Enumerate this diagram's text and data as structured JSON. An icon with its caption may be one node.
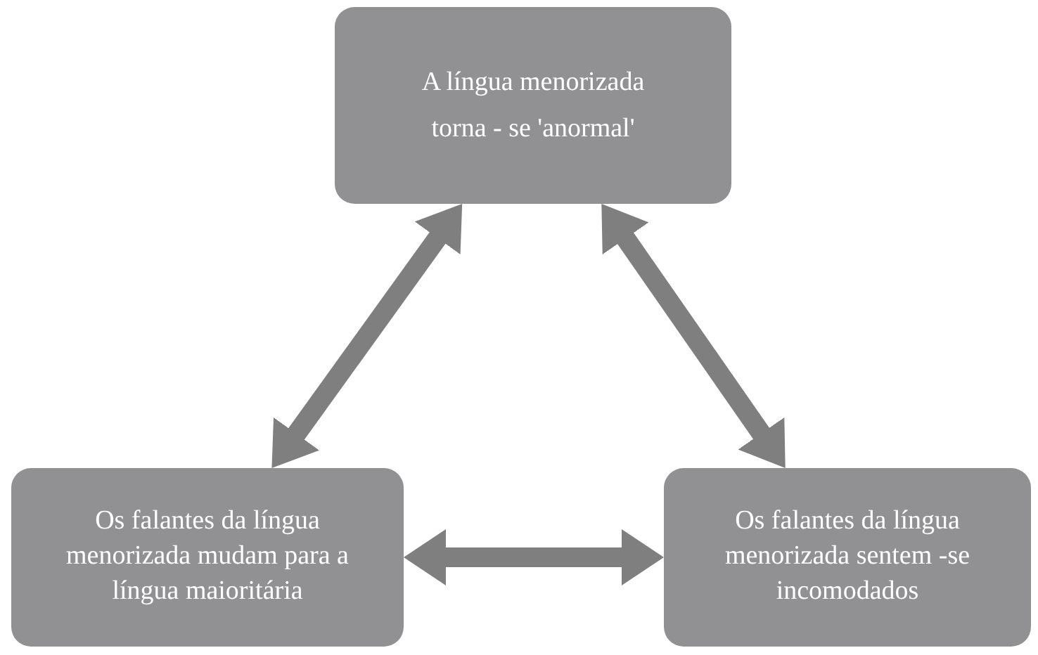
{
  "diagram": {
    "nodes": [
      {
        "text": [
          "A língua menorizada torna - se 'anormal'"
        ]
      },
      {
        "text": [
          "Os falantes da língua menorizada mudam para a língua maioritária"
        ]
      },
      {
        "text": [
          "Os falantes da língua menorizada sentem -se incomodados"
        ]
      }
    ],
    "edges": [
      {
        "from": 1,
        "to": 0,
        "arrow": "both"
      },
      {
        "from": 0,
        "to": 2,
        "arrow": "both"
      },
      {
        "from": 1,
        "to": 2,
        "arrow": "both"
      }
    ]
  }
}
